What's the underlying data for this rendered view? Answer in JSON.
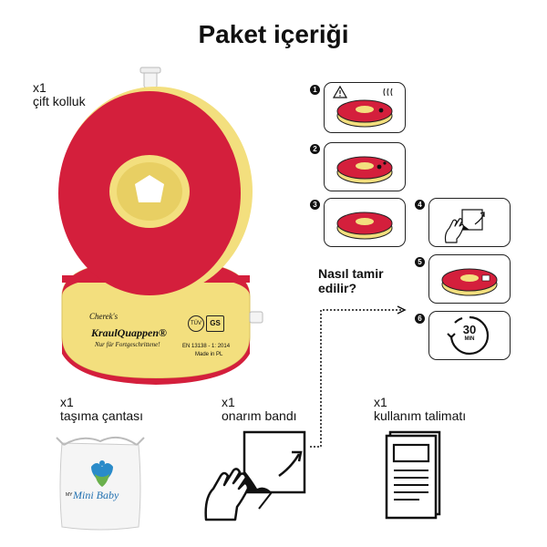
{
  "title": "Paket içeriği",
  "items": {
    "sleeves": {
      "count": "x1",
      "name": "çift kolluk"
    },
    "bag": {
      "count": "x1",
      "name": "taşıma çantası"
    },
    "patch": {
      "count": "x1",
      "name": "onarım bandı"
    },
    "manual": {
      "count": "x1",
      "name": "kullanım talimatı"
    }
  },
  "repair": {
    "question_line1": "Nasıl tamir",
    "question_line2": "edilir?",
    "steps": [
      {
        "num": "1"
      },
      {
        "num": "2"
      },
      {
        "num": "3"
      },
      {
        "num": "4"
      },
      {
        "num": "5"
      },
      {
        "num": "6",
        "timer_value": "30",
        "timer_unit": "MIN"
      }
    ]
  },
  "product": {
    "brand_top": "Cherek's",
    "brand_name": "KraulQuappen®",
    "brand_tagline": "Nur für Fortgeschrittene!",
    "standard": "EN 13138 - 1: 2014",
    "made_in": "Made in PL",
    "tuv": "TÜV",
    "gs": "GS"
  },
  "bag_logo": {
    "prefix": "MY",
    "brand": "Mini Baby"
  },
  "colors": {
    "red": "#d41f3c",
    "yellow": "#f3df7e",
    "outline": "#222222"
  }
}
